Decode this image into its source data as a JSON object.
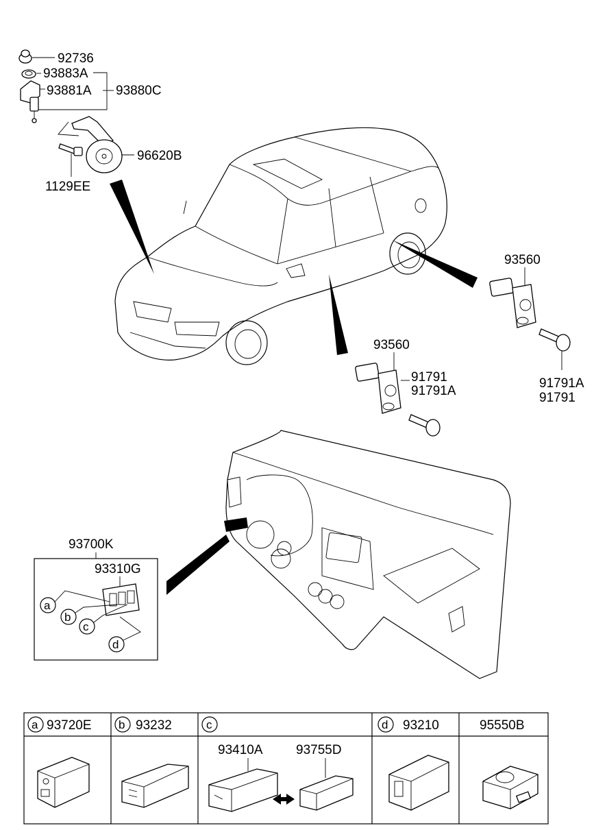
{
  "parts": {
    "horn_cap": "92736",
    "horn_grommet": "93883A",
    "horn_switch": "93881A",
    "horn_assy": "93880C",
    "horn": "96620B",
    "bolt": "1129EE",
    "door_switch_rear": "93560",
    "door_switch_front": "93560",
    "screw_front_1": "91791",
    "screw_front_2": "91791A",
    "screw_rear_1": "91791A",
    "screw_rear_2": "91791",
    "switch_panel_assy": "93700K",
    "switch_panel": "93310G"
  },
  "callouts": [
    "a",
    "b",
    "c",
    "d"
  ],
  "table": {
    "headers": [
      {
        "letter": "a",
        "part": "93720E"
      },
      {
        "letter": "b",
        "part": "93232"
      },
      {
        "letter": "c",
        "part": ""
      },
      {
        "letter": "d",
        "part": "93210"
      },
      {
        "letter": "",
        "part": "95550B"
      }
    ],
    "c_parts": [
      "93410A",
      "93755D"
    ]
  },
  "colors": {
    "ink": "#000000",
    "paper": "#ffffff"
  }
}
